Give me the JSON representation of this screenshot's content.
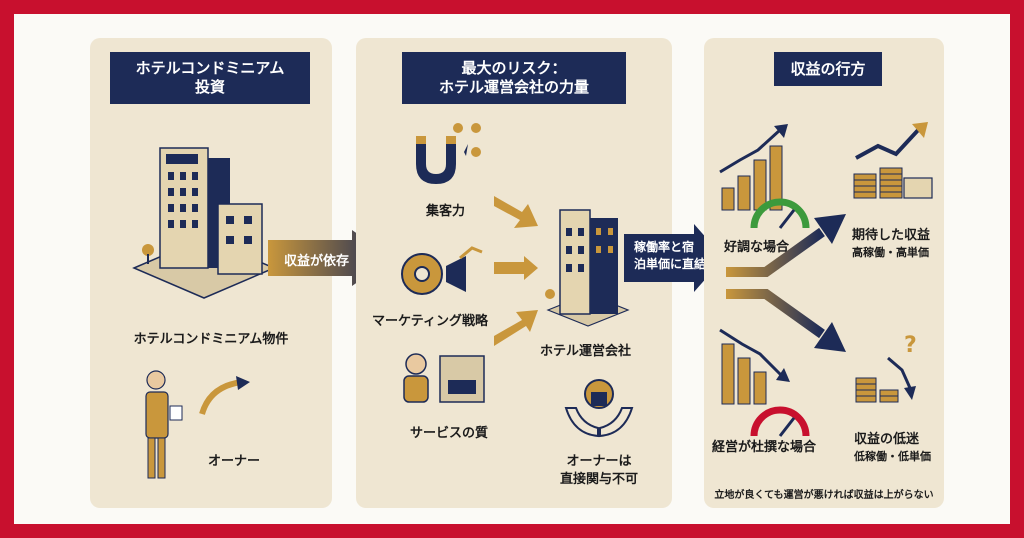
{
  "panels": {
    "investment": {
      "title_line1": "ホテルコンドミニアム",
      "title_line2": "投資"
    },
    "risk": {
      "title_line1": "最大のリスク：",
      "title_line2": "ホテル運営会社の力量"
    },
    "outcome": {
      "title": "収益の行方"
    }
  },
  "labels": {
    "property": "ホテルコンドミニアム物件",
    "owner": "オーナー",
    "dependency_arrow": "収益が依存",
    "customer_attraction": "集客力",
    "marketing_strategy": "マーケティング戦略",
    "service_quality": "サービスの質",
    "hotel_operator": "ホテル運営会社",
    "owner_no_involvement_line1": "オーナーは",
    "owner_no_involvement_line2": "直接関与不可",
    "direct_link_line1": "稼働率と宿",
    "direct_link_line2": "泊単価に直結",
    "good_case": "好調な場合",
    "expected_revenue": "期待した収益",
    "expected_revenue_sub": "高稼働・高単価",
    "poor_case": "経営が杜撰な場合",
    "revenue_decline": "収益の低迷",
    "revenue_decline_sub": "低稼働・低単価",
    "footer_note": "立地が良くても運営が悪ければ収益は上がらない"
  },
  "colors": {
    "frame": "#c8102e",
    "navy": "#1d2b57",
    "gold": "#c9973c",
    "panel": "#efe6d2"
  }
}
